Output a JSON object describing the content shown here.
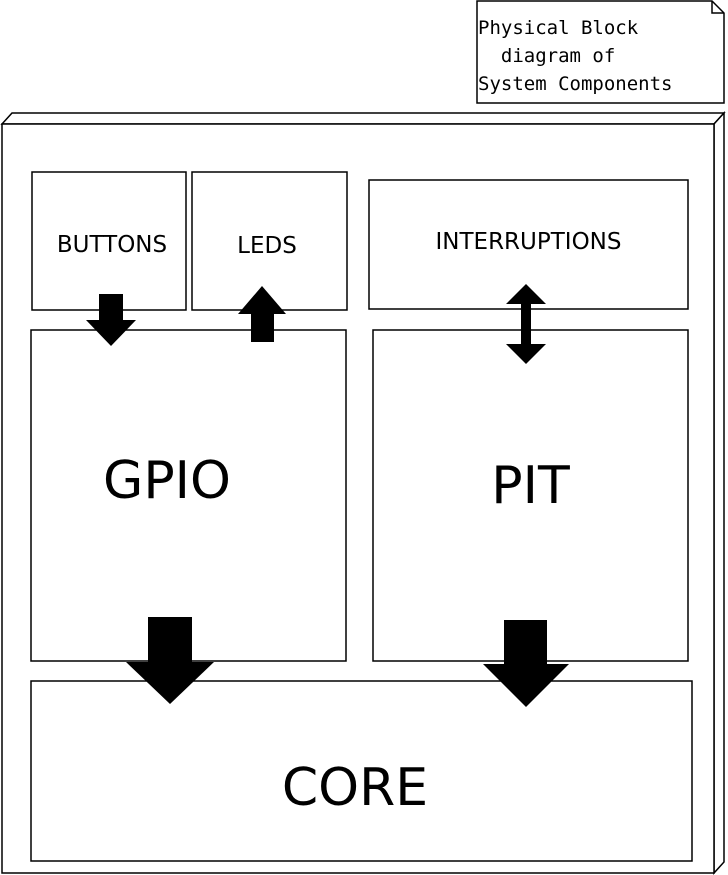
{
  "note": {
    "lines": [
      "Physical Block",
      "  diagram of",
      "System Components"
    ]
  },
  "blocks": {
    "buttons": "BUTTONS",
    "leds": "LEDS",
    "interruptions": "INTERRUPTIONS",
    "gpio": "GPIO",
    "pit": "PIT",
    "core": "CORE"
  },
  "colors": {
    "line": "#000000",
    "fill": "#ffffff",
    "arrow": "#000000"
  }
}
